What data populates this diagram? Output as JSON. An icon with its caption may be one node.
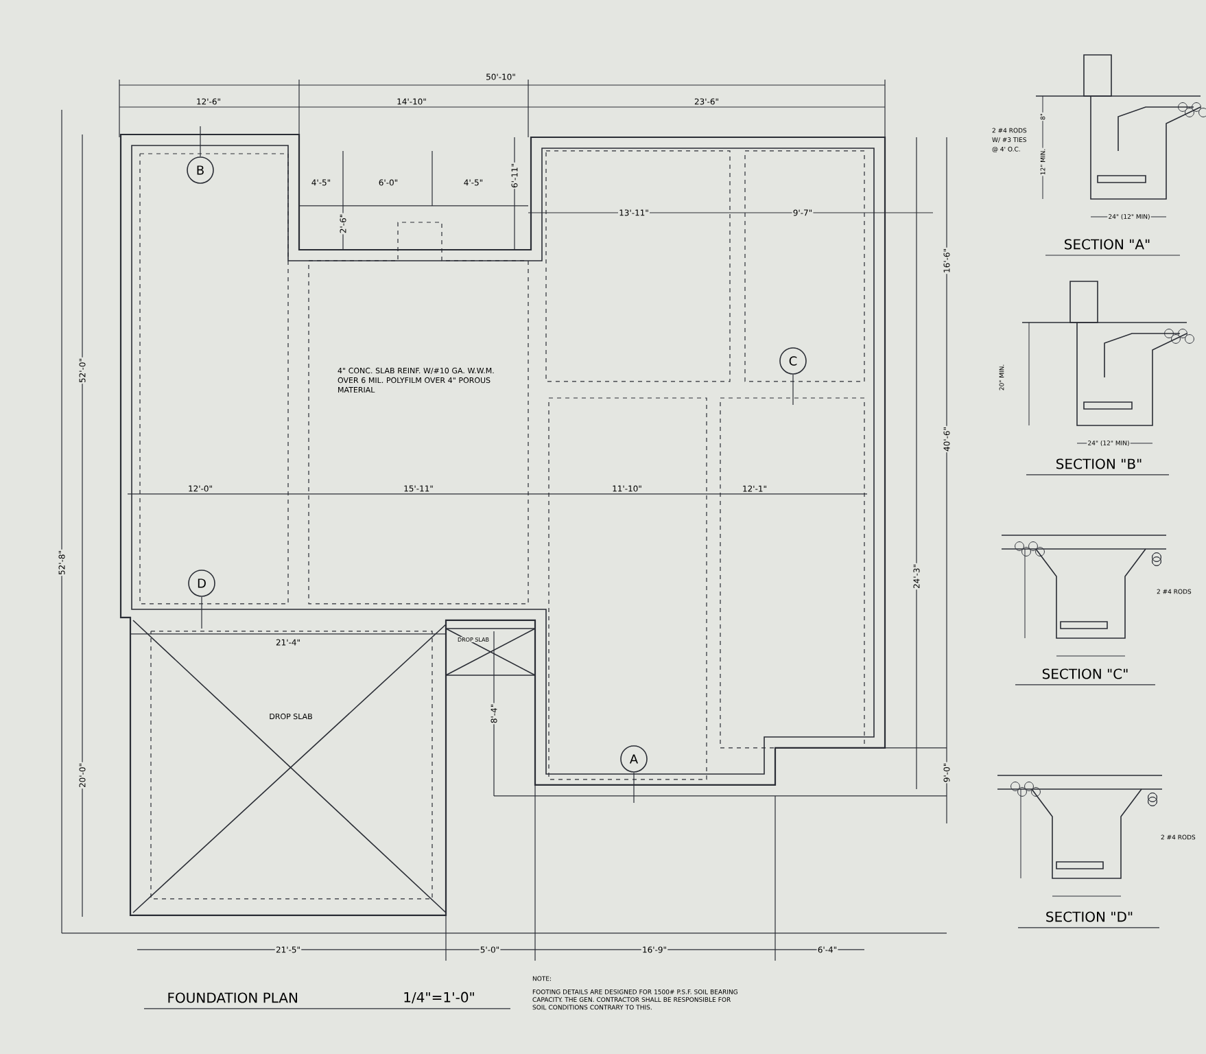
{
  "diagram": {
    "title": "FOUNDATION PLAN",
    "nodes": [
      {
        "text": [
          "B"
        ]
      },
      {
        "text": [
          "C"
        ]
      },
      {
        "text": [
          "D"
        ]
      },
      {
        "text": [
          "A"
        ]
      },
      {
        "text": [
          "4\" CONC. SLAB REINF. W/#10 GA. W.W.M. OVER 6 MIL. POLYFILM OVER 4\" POROUS MATERIAL"
        ]
      },
      {
        "text": [
          "DROP SLAB"
        ]
      },
      {
        "text": [
          "DROP SLAB"
        ]
      }
    ],
    "labels": [
      "50'-10\"",
      "12'-6\"",
      "14'-10\"",
      "23'-6\"",
      "4'-5\"",
      "6'-0\"",
      "4'-5\"",
      "6'-11\"",
      "2'-6\"",
      "13'-11\"",
      "9'-7\"",
      "16'-6\"",
      "40'-6\"",
      "52'-0\"",
      "52'-8\"",
      "12'-0\"",
      "15'-11\"",
      "11'-10\"",
      "12'-1\"",
      "24'-3\"",
      "21'-4\"",
      "8'-4\"",
      "20'-0\"",
      "9'-0\"",
      "21'-5\"",
      "5'-0\"",
      "16'-9\"",
      "6'-4\"",
      "SECTION \"A\"",
      "2 #4 RODS",
      "W/ #3 TIES",
      "@ 4' O.C.",
      "8\"",
      "12\" MIN.",
      "24\" (12\" MIN)",
      "SECTION \"B\"",
      "20\" MIN.",
      "24\" (12\" MIN)",
      "SECTION \"C\"",
      "2 #4 RODS",
      "SECTION \"D\"",
      "2 #4 RODS",
      "1/4\"=1'-0\"",
      "NOTE:",
      "FOOTING DETAILS ARE DESIGNED FOR 1500# P.S.F. SOIL BEARING CAPACITY. THE GEN. CONTRACTOR SHALL BE RESPONSIBLE FOR SOIL CONDITIONS CONTRARY TO THIS."
    ]
  }
}
